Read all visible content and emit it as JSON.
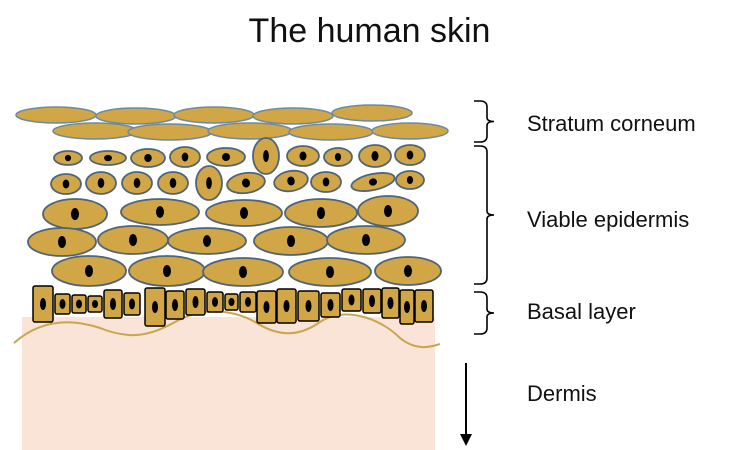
{
  "title": "The human skin",
  "layers": {
    "stratum_corneum": "Stratum corneum",
    "viable_epidermis": "Viable epidermis",
    "basal_layer": "Basal layer",
    "dermis": "Dermis"
  },
  "colors": {
    "cell_fill": "#D1A646",
    "cell_stroke_corneum": "#6E8A9E",
    "cell_stroke_viable": "#4F6575",
    "basal_stroke": "#000000",
    "nucleus": "#000000",
    "dermis_fill": "#F9E4D7",
    "basal_wave": "#C9A64E",
    "bracket": "#000000"
  }
}
